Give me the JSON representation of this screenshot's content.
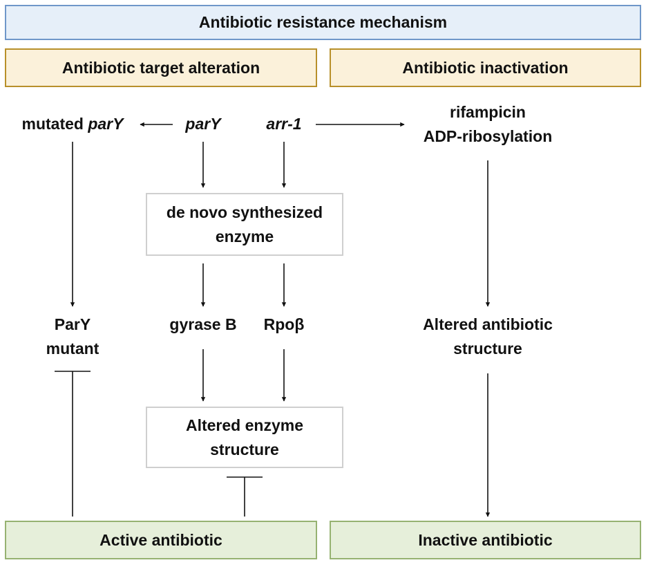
{
  "header": {
    "title": "Antibiotic resistance mechanism"
  },
  "categories": {
    "target_alteration": "Antibiotic target alteration",
    "inactivation": "Antibiotic inactivation"
  },
  "genes": {
    "mutated_prefix": "mutated ",
    "mutated_gene": "parY",
    "pary": "parY",
    "arr1": "arr-1"
  },
  "inactivation_path": {
    "step1_line1": "rifampicin",
    "step1_line2": "ADP-ribosylation",
    "step2_line1": "Altered antibiotic",
    "step2_line2": "structure"
  },
  "enzyme_box": {
    "line1_italic": "de novo",
    "line1_rest": " synthesized",
    "line2": "enzyme"
  },
  "targets": {
    "gyrase": "gyrase B",
    "rpo": "Rpoβ"
  },
  "mutant": {
    "line1": "ParY",
    "line2": "mutant"
  },
  "altered_enzyme": {
    "line1": "Altered enzyme",
    "line2": "structure"
  },
  "outcomes": {
    "active": "Active antibiotic",
    "inactive": "Inactive antibiotic"
  }
}
